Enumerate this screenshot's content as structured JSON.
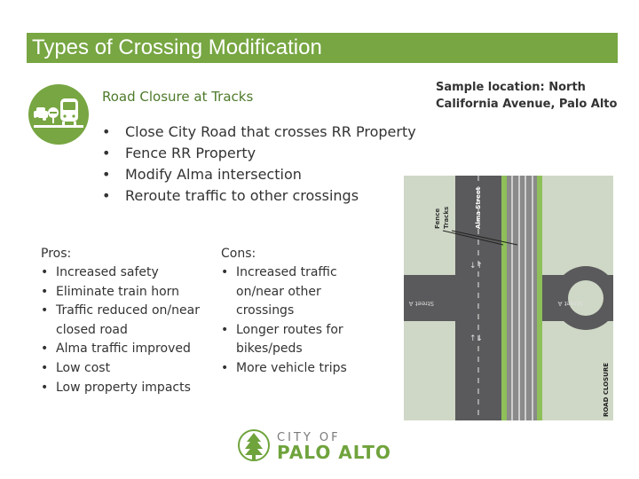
{
  "slide": {
    "title": "Types of Crossing Modification",
    "subtitle": "Road Closure at Tracks",
    "bullets": [
      "Close City Road that crosses RR Property",
      "Fence RR Property",
      "Modify Alma intersection",
      "Reroute traffic to other crossings"
    ],
    "pros": {
      "header": "Pros:",
      "items": [
        "Increased safety",
        "Eliminate train horn",
        "Traffic reduced on/near closed road",
        "Alma traffic improved",
        "Low cost",
        "Low property impacts"
      ]
    },
    "cons": {
      "header": "Cons:",
      "items": [
        "Increased traffic on/near other crossings",
        "Longer routes for bikes/peds",
        "More vehicle trips"
      ]
    },
    "sample": "Sample location: North California Avenue, Palo Alto",
    "map": {
      "fence_label": "Fence",
      "tracks_label": "Tracks",
      "alma_label": "Alma Street",
      "closure_label": "ROAD CLOSURE",
      "street_label": "Street A"
    },
    "logo": {
      "city": "CITY OF",
      "name": "PALO ALTO"
    }
  },
  "colors": {
    "accent": "#77a642",
    "subtitle": "#4d7a2a",
    "road": "#5a5a5c",
    "grass": "#cfd8c6"
  },
  "icons": {
    "crossing": "road-closure-train-icon",
    "tree": "tree-logo-icon"
  }
}
